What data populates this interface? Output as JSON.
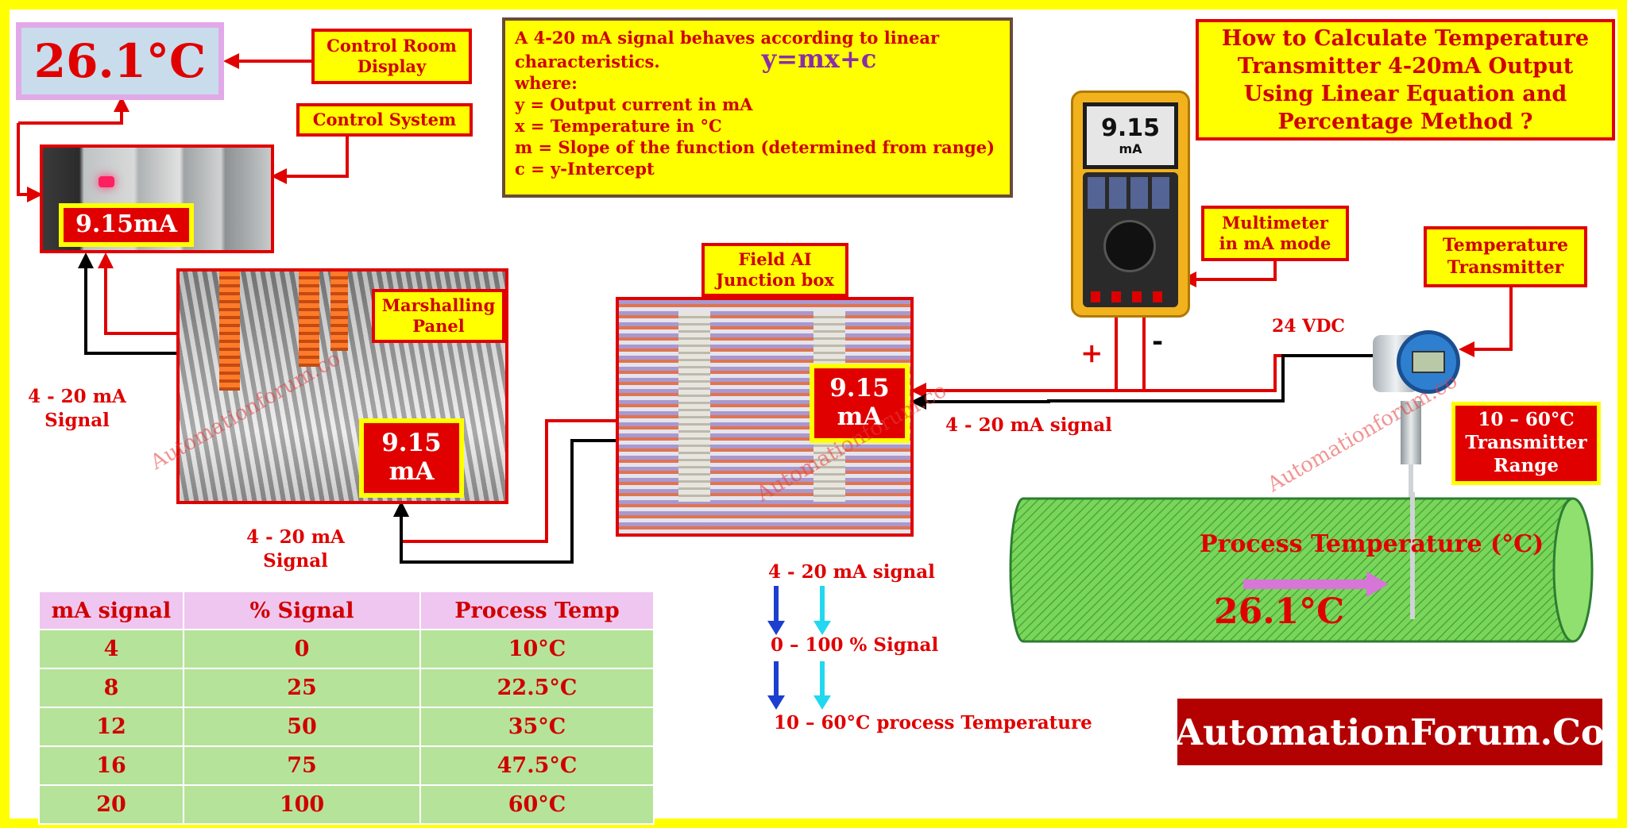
{
  "title": "How to Calculate Temperature\nTransmitter 4-20mA Output\nUsing Linear Equation and\nPercentage Method ?",
  "display": {
    "value": "26.1",
    "unit": "°C",
    "label": "Control Room\nDisplay"
  },
  "control_system": {
    "label": "Control System",
    "reading": "9.15mA"
  },
  "marshalling": {
    "label": "Marshalling\nPanel",
    "reading": "9.15\nmA"
  },
  "junction_box": {
    "label": "Field AI\nJunction box",
    "reading": "9.15\nmA"
  },
  "multimeter": {
    "label": "Multimeter\nin mA mode",
    "reading": "9.15",
    "unit": "mA",
    "plus": "+",
    "minus": "-"
  },
  "transmitter": {
    "label": "Temperature\nTransmitter",
    "supply": "24 VDC",
    "range_label": "10 – 60°C\nTransmitter\nRange"
  },
  "equation": {
    "line1": "A 4-20 mA signal behaves according to linear",
    "line2": "characteristics.",
    "formula": "y=mx+c",
    "where": "where:",
    "defs": [
      "y = Output current in mA",
      "x = Temperature in °C",
      "m = Slope of the function (determined from range)",
      "c = y-Intercept"
    ]
  },
  "signals": {
    "left": "4 - 20 mA\nSignal",
    "bottom": "4 - 20 mA\nSignal",
    "field": "4 - 20 mA signal"
  },
  "process": {
    "label": "Process Temperature (°C)",
    "value": "26.1°C"
  },
  "flow": {
    "step1": "4 - 20 mA signal",
    "step2": "0 – 100 % Signal",
    "step3": "10 – 60°C process Temperature"
  },
  "table": {
    "headers": [
      "mA signal",
      "% Signal",
      "Process Temp"
    ],
    "rows": [
      [
        "4",
        "0",
        "10°C"
      ],
      [
        "8",
        "25",
        "22.5°C"
      ],
      [
        "12",
        "50",
        "35°C"
      ],
      [
        "16",
        "75",
        "47.5°C"
      ],
      [
        "20",
        "100",
        "60°C"
      ]
    ]
  },
  "brand": "AutomationForum.Co",
  "watermark": "Automationforum.co",
  "colors": {
    "frame": "#ffff00",
    "accent": "#e00000",
    "pipe": "#7ad65a",
    "formula": "#8a2ea8"
  }
}
